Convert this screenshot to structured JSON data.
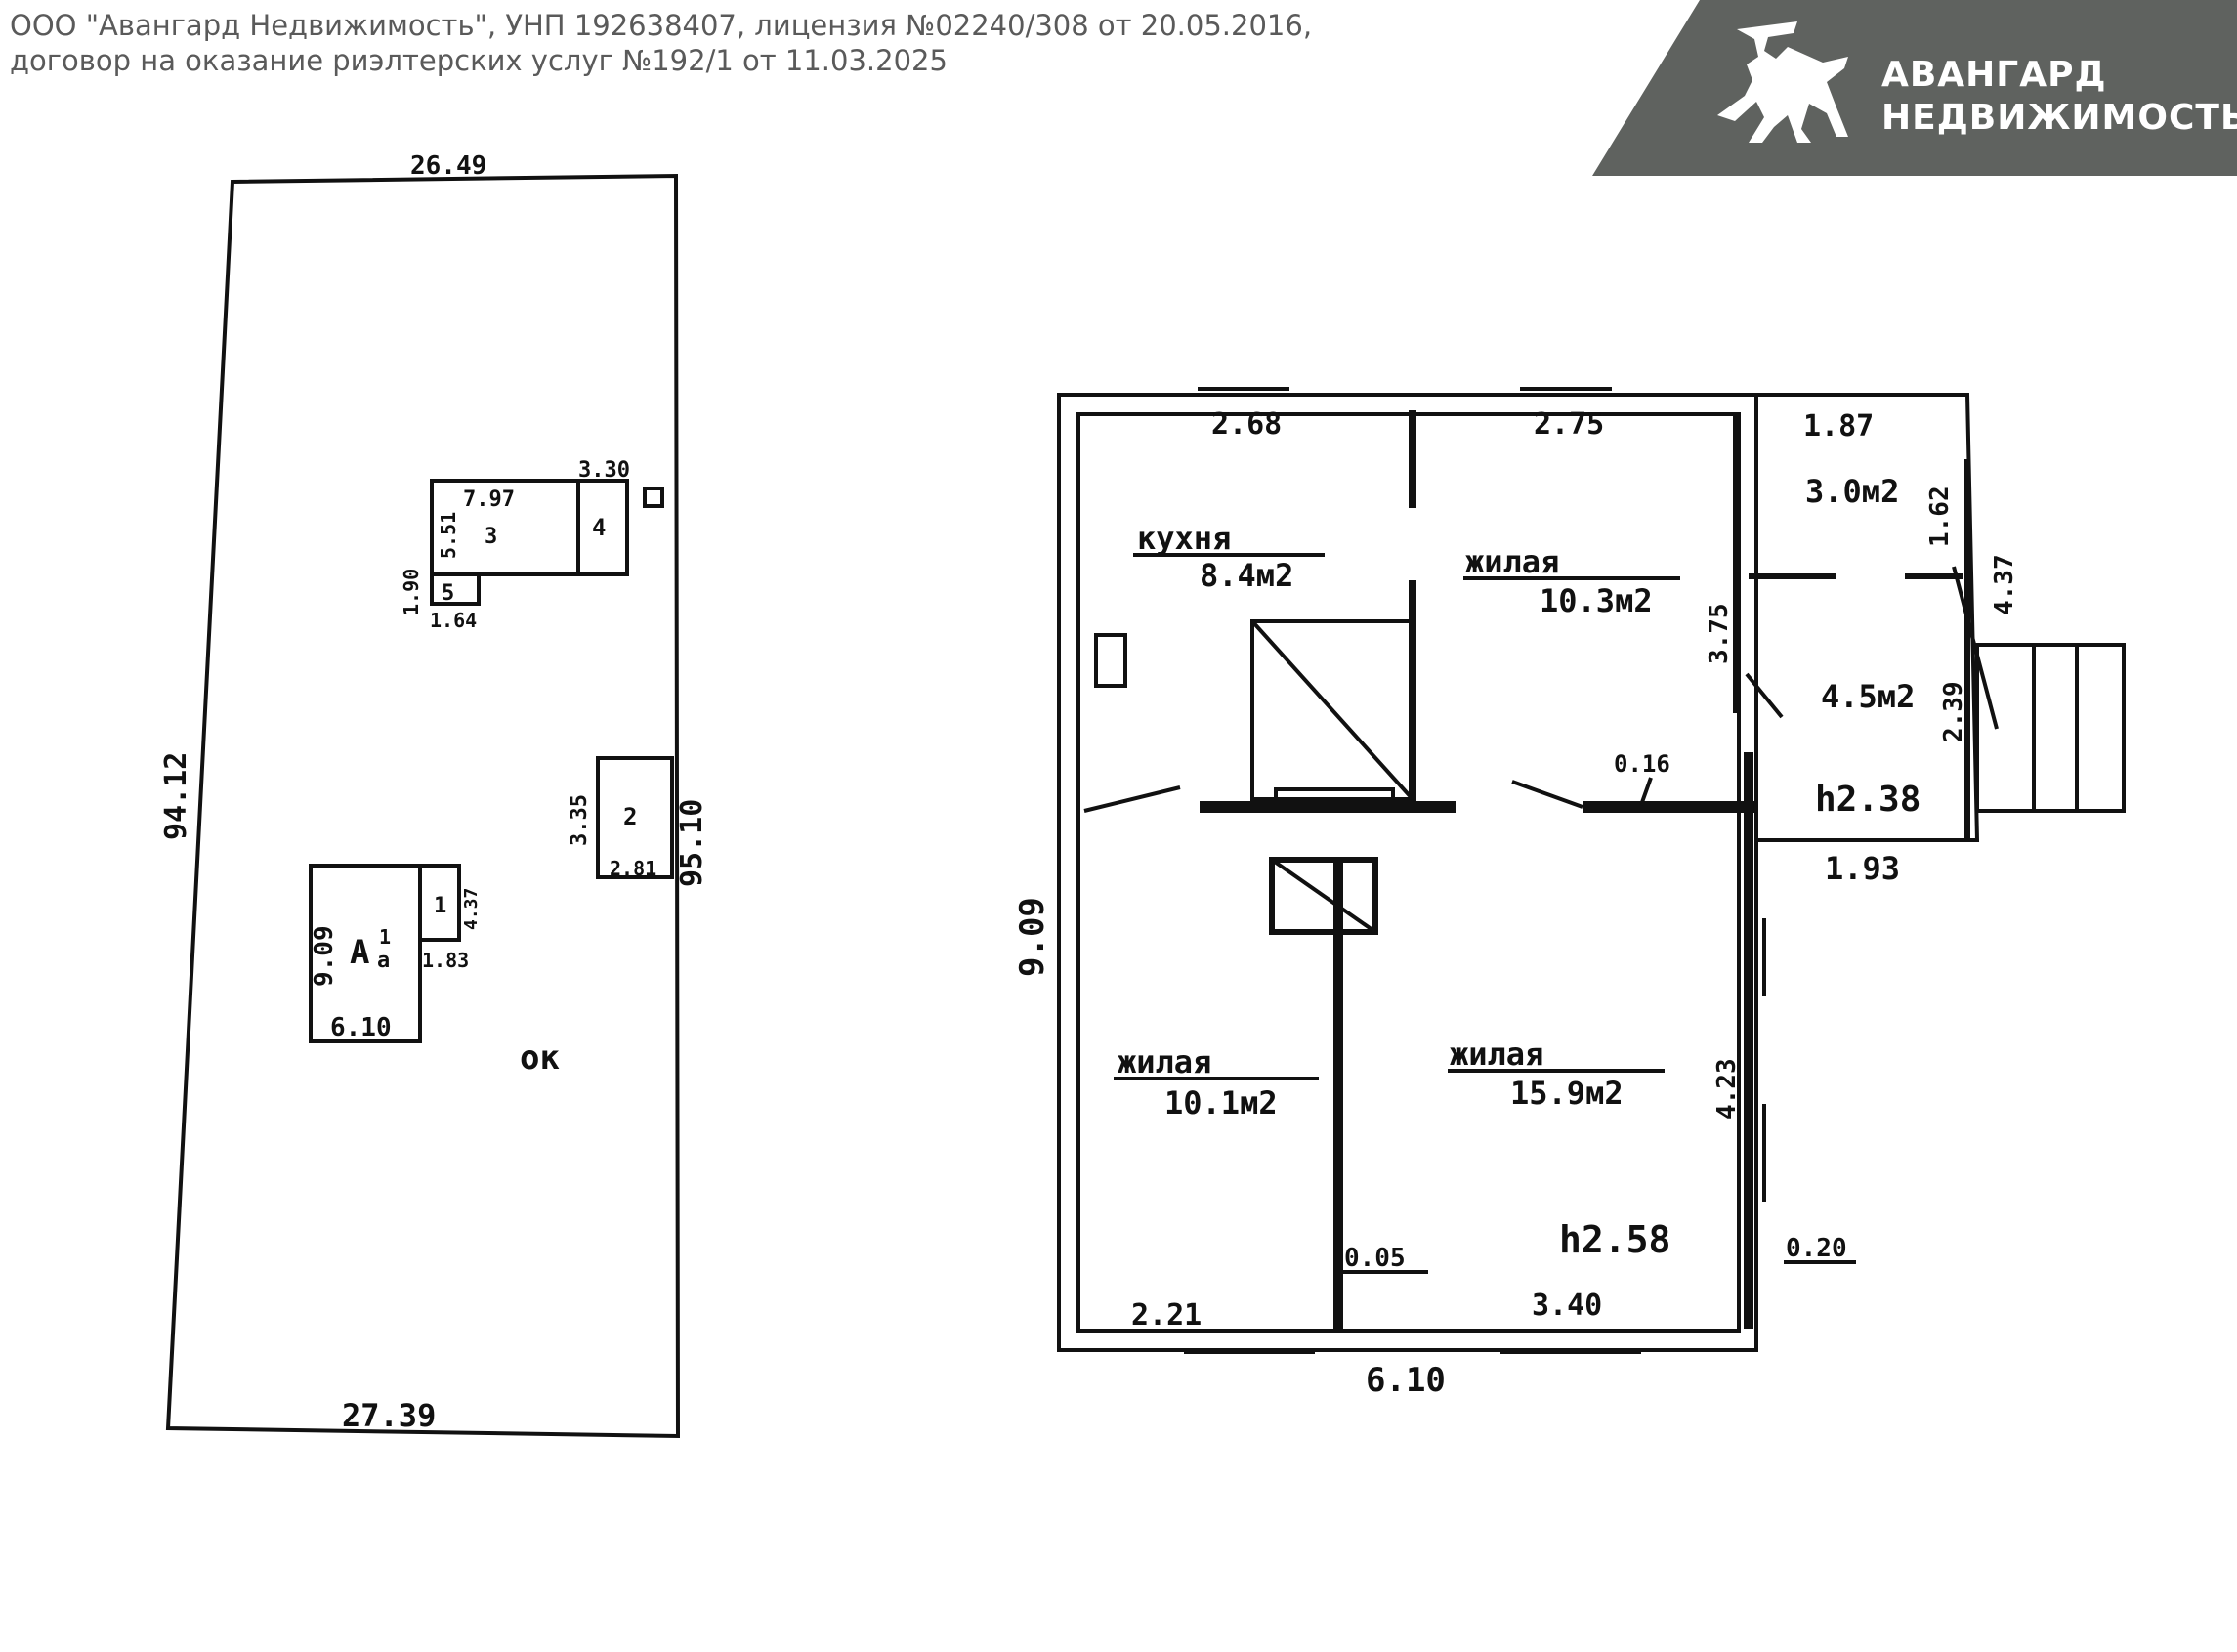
{
  "header": {
    "line1": "ООО \"Авангард Недвижимость\", УНП 192638407, лицензия №02240/308 от 20.05.2016,",
    "line2": "договор на оказание риэлтерских услуг №192/1 от 11.03.2025"
  },
  "brand": {
    "name_line1": "АВАНГАРД",
    "name_line2": "НЕДВИЖИМОСТЬ",
    "logo_icon": "knight-horse-icon",
    "banner_color": "#5f625f",
    "text_color": "#ffffff"
  },
  "site_plan": {
    "dim_top": "26.49",
    "dim_bottom": "27.39",
    "dim_left": "94.12",
    "dim_right": "95.10",
    "ok_label": "ок",
    "building_3": {
      "label": "3",
      "dim_top": "7.97",
      "dim_side": "5.51"
    },
    "building_4": {
      "label": "4",
      "dim_top": "3.30"
    },
    "building_5": {
      "label": "5",
      "dim_side": "1.90",
      "dim_bottom": "1.64"
    },
    "building_2": {
      "label": "2",
      "dim_side": "3.35",
      "dim_bottom": "2.81"
    },
    "building_1": {
      "label": "1",
      "dim_side": "4.37",
      "dim_bottom": "1.83"
    },
    "house_a": {
      "label": "А",
      "superscript": "1",
      "subscript": "а",
      "dim_side": "9.09",
      "dim_bottom": "6.10"
    }
  },
  "floor_plan": {
    "dim_top_1": "2.68",
    "dim_top_2": "2.75",
    "dim_top_3": "1.87",
    "dim_left": "9.09",
    "dim_bottom": "6.10",
    "dim_bottom_1": "2.21",
    "dim_bottom_2": "3.40",
    "dim_porch_bottom": "1.93",
    "dim_right_1": "1.62",
    "dim_right_2": "4.37",
    "dim_right_3": "2.39",
    "dim_right_4": "4.23",
    "dim_inner_1": "3.75",
    "dim_wall_1": "0.16",
    "dim_wall_2": "0.05",
    "dim_wall_3": "0.20",
    "rooms": {
      "kitchen_name": "кухня",
      "kitchen_area": "8.4м2",
      "living1_name": "жилая",
      "living1_area": "10.3м2",
      "living2_name": "жилая",
      "living2_area": "10.1м2",
      "living3_name": "жилая",
      "living3_area": "15.9м2",
      "small1_area": "3.0м2",
      "small2_area": "4.5м2"
    },
    "height_1": "h2.38",
    "height_2": "h2.58"
  }
}
